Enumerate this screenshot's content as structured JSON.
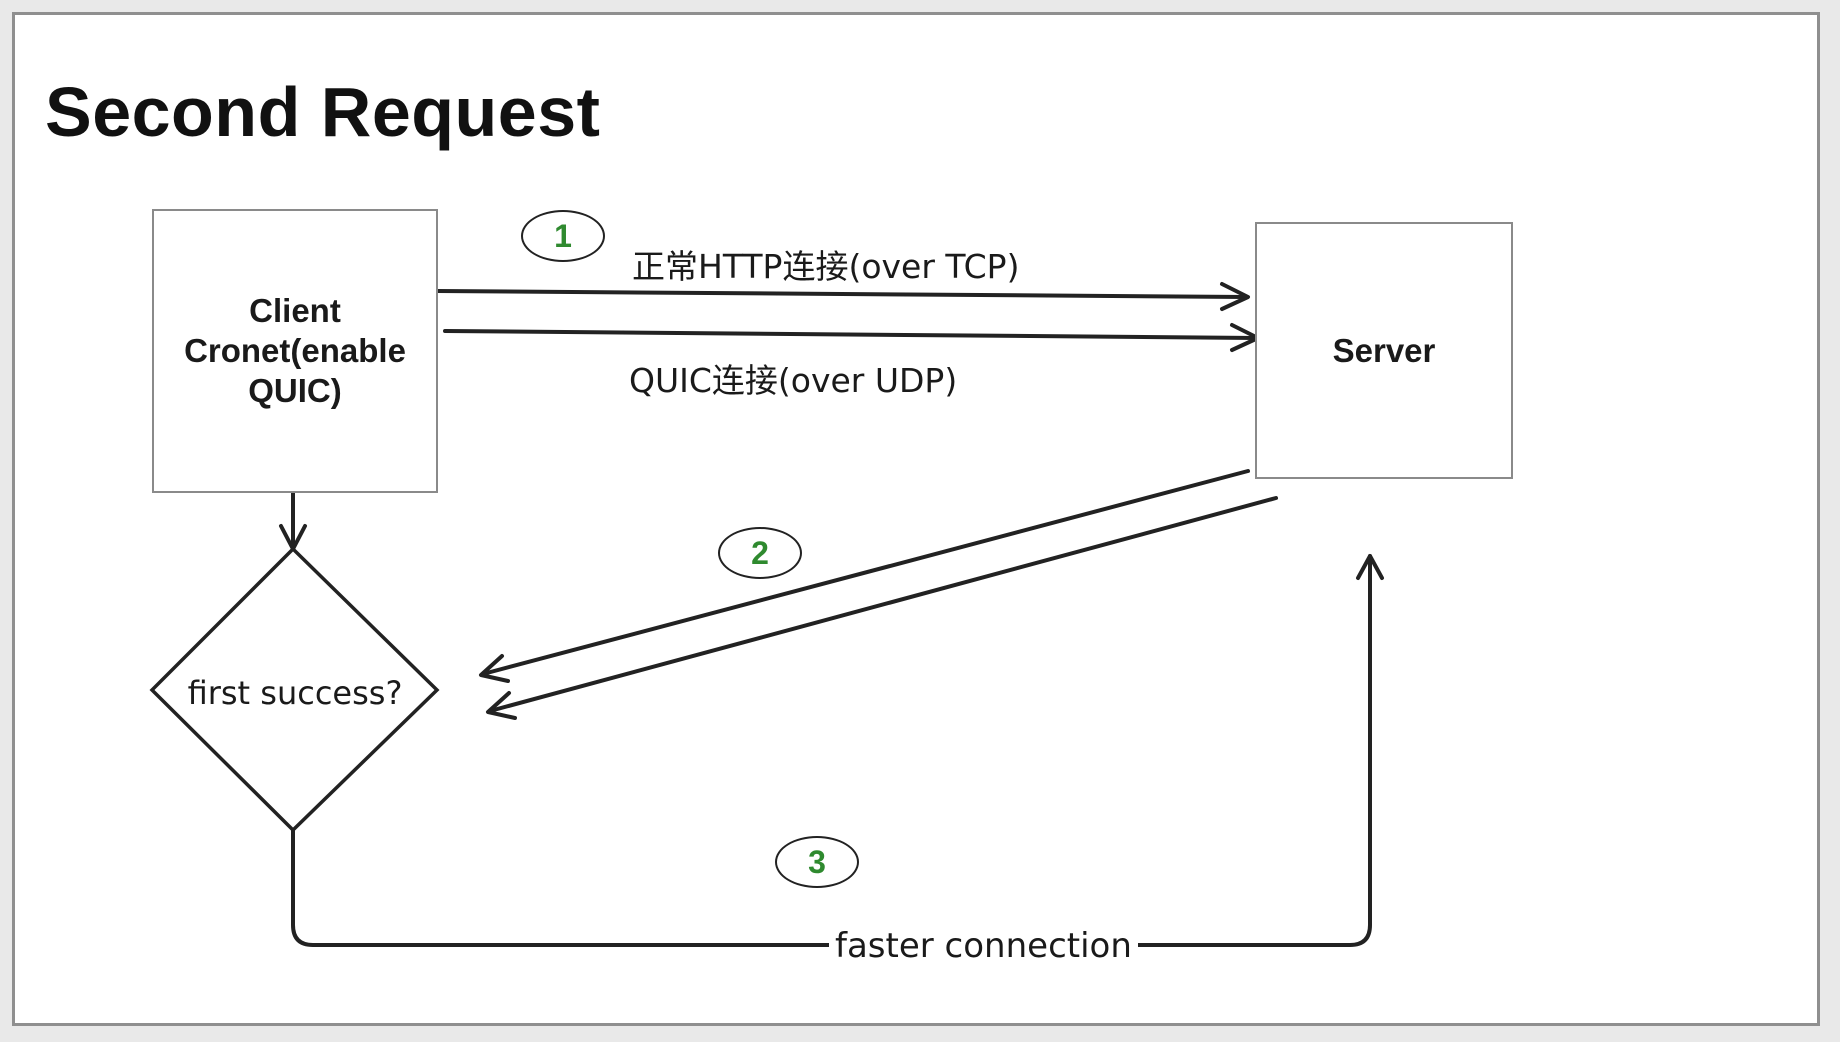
{
  "title": "Second Request",
  "nodes": {
    "client": {
      "label": "Client\nCronet(enable\nQUIC)"
    },
    "server": {
      "label": "Server"
    },
    "decision": {
      "label": "first success?"
    }
  },
  "edges": {
    "http_tcp": {
      "label": "正常HTTP连接(over TCP)"
    },
    "quic_udp": {
      "label": "QUIC连接(over UDP)"
    },
    "faster": {
      "label": "faster connection"
    }
  },
  "steps": [
    {
      "number": "1"
    },
    {
      "number": "2"
    },
    {
      "number": "3"
    }
  ],
  "colors": {
    "step_number": "#2f8a2f",
    "line": "#222222",
    "box_border": "#8a8a8a"
  }
}
